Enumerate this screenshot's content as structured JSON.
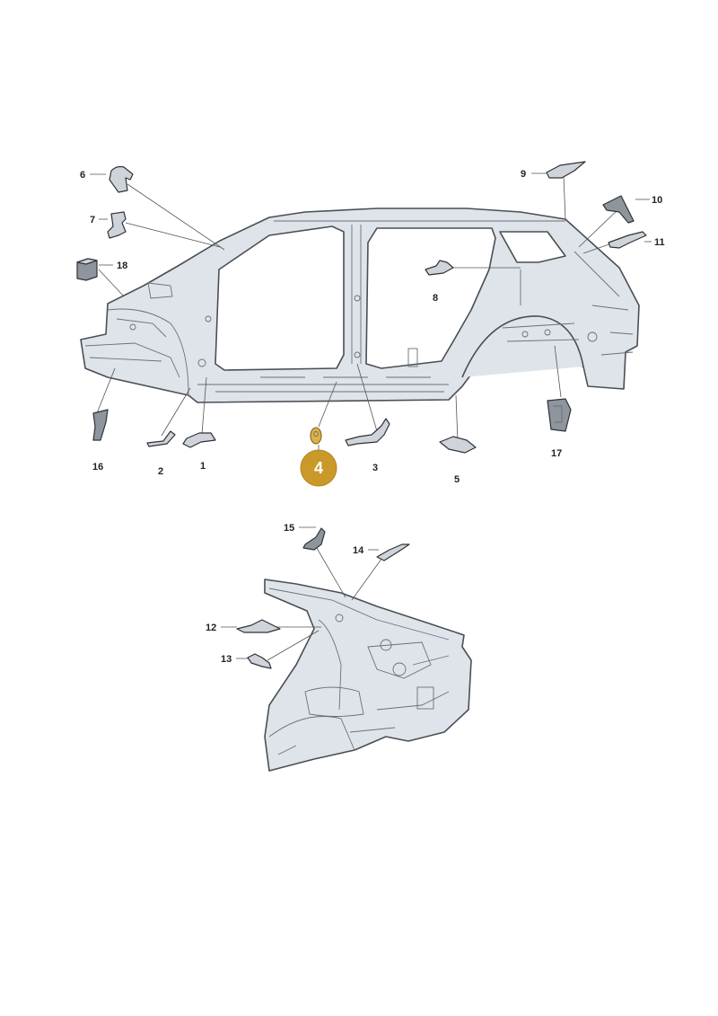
{
  "callouts": {
    "c1": "1",
    "c2": "2",
    "c3": "3",
    "c5": "5",
    "c6": "6",
    "c7": "7",
    "c8": "8",
    "c9": "9",
    "c10": "10",
    "c11": "11",
    "c12": "12",
    "c13": "13",
    "c14": "14",
    "c15": "15",
    "c16": "16",
    "c17": "17",
    "c18": "18"
  },
  "highlight": {
    "label": "4"
  },
  "colors": {
    "highlight": "#c9992a",
    "panel_fill": "#dfe4ea",
    "outline": "#4a4f55"
  }
}
